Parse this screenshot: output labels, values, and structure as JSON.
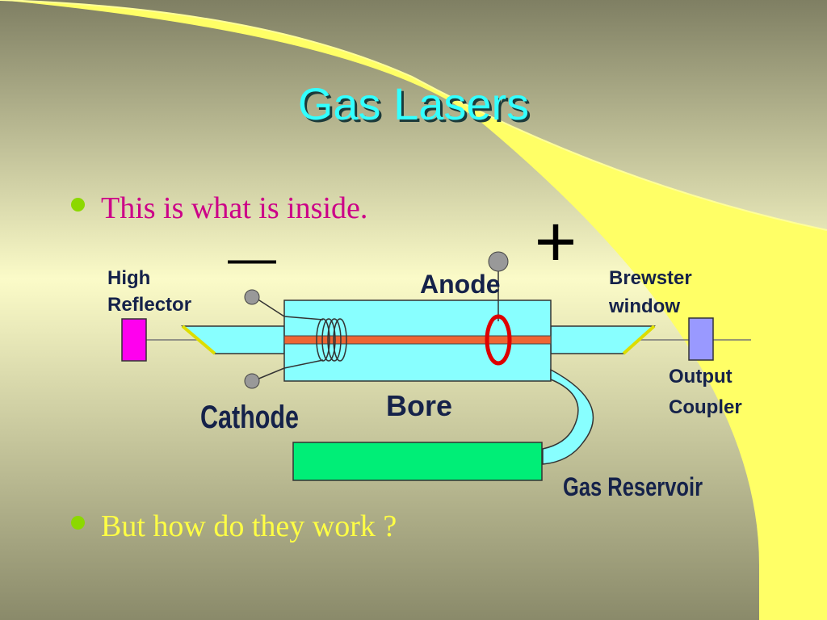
{
  "slide": {
    "title": "Gas Lasers",
    "bullets": [
      "This is what is inside.",
      "But how do they work ?"
    ]
  },
  "diagram": {
    "labels": {
      "high_reflector_line1": "High",
      "high_reflector_line2": "Reflector",
      "anode": "Anode",
      "brewster_line1": "Brewster",
      "brewster_line2": "window",
      "output_line1": "Output",
      "output_line2": "Coupler",
      "cathode": "Cathode",
      "bore": "Bore",
      "gas_reservoir": "Gas Reservoir",
      "minus_sign": "—",
      "plus_sign": "+"
    },
    "colors": {
      "tube": "#88ffff",
      "bore_beam": "#ee6633",
      "high_reflector": "#ff00ee",
      "output_coupler": "#9999ff",
      "gas_reservoir": "#00ee77",
      "electrode": "#999999",
      "window_edge": "#dddd00",
      "label": "#15224a"
    }
  }
}
